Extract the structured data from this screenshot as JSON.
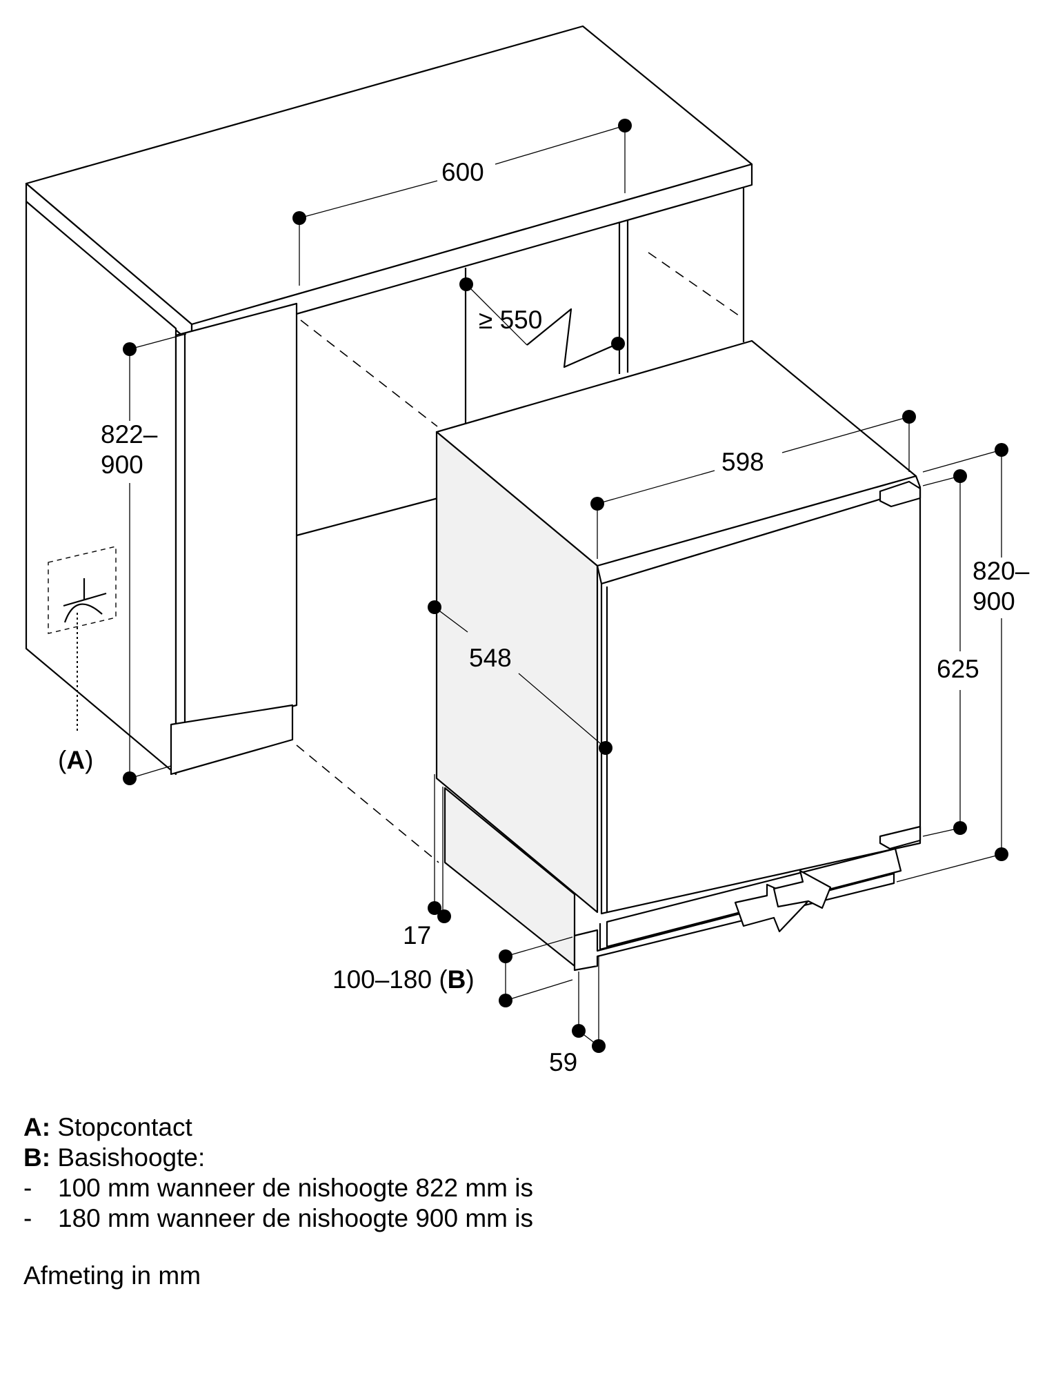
{
  "dimensions": {
    "niche_width": "600",
    "niche_depth": "≥ 550",
    "niche_height_line1": "822–",
    "niche_height_line2": "900",
    "socket_label": "A",
    "device_width": "598",
    "device_depth": "548",
    "device_height_line1": "820–",
    "device_height_line2": "900",
    "door_height": "625",
    "gap_17": "17",
    "base_height_value": "100–180 (",
    "base_height_marker": "B",
    "plinth_59": "59"
  },
  "legend": {
    "a_key": "A:",
    "a_text": "Stopcontact",
    "b_key": "B:",
    "b_text": "Basishoogte:",
    "bullet": "-",
    "item1": "100 mm wanneer de nishoogte 822 mm is",
    "item2": "180 mm wanneer de nishoogte 900 mm is"
  },
  "unit_note": "Afmeting in mm"
}
